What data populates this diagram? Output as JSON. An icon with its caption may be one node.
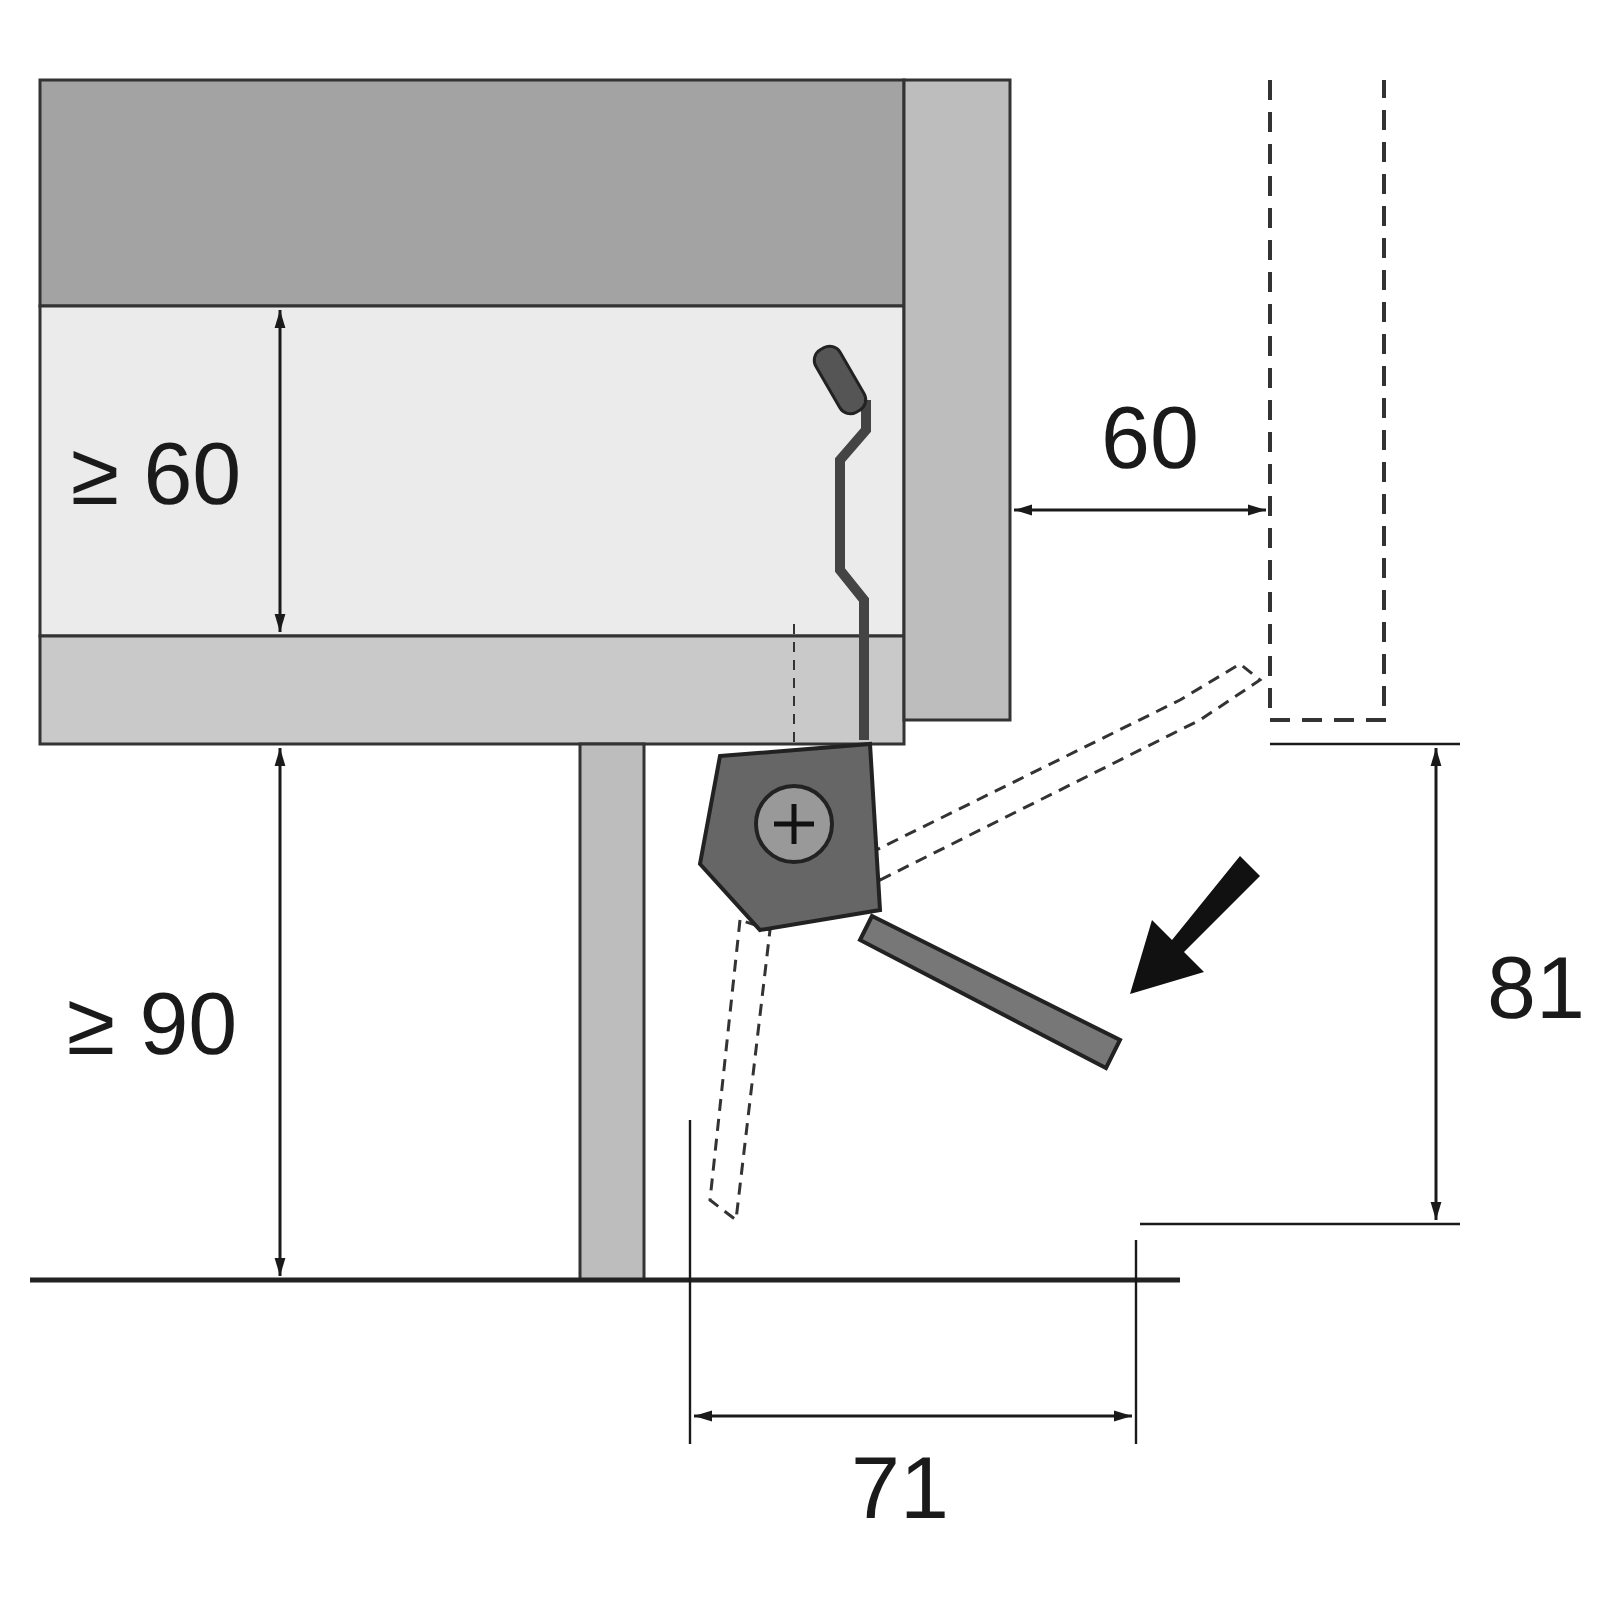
{
  "diagram": {
    "labels": [
      "≥ 60",
      "60",
      "81",
      "≥ 90",
      "71"
    ]
  }
}
